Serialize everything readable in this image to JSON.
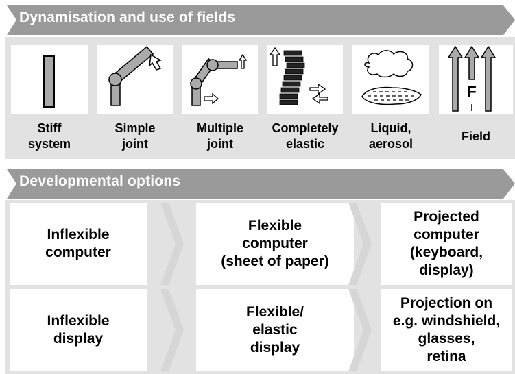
{
  "section1": {
    "title": "Dynamisation and use of fields",
    "items": [
      {
        "line1": "Stiff",
        "line2": "system",
        "icon": "stiff-rod-icon"
      },
      {
        "line1": "Simple",
        "line2": "joint",
        "icon": "simple-joint-icon"
      },
      {
        "line1": "Multiple",
        "line2": "joint",
        "icon": "multiple-joint-icon"
      },
      {
        "line1": "Completely",
        "line2": "elastic",
        "icon": "elastic-stack-icon"
      },
      {
        "line1": "Liquid,",
        "line2": "aerosol",
        "icon": "cloud-puddle-icon"
      },
      {
        "line1": "Field",
        "line2": "",
        "icon": "field-arrows-icon"
      }
    ],
    "field_letter": "F"
  },
  "section2": {
    "title": "Developmental options",
    "rows": [
      {
        "stage1": [
          "Inflexible",
          "computer"
        ],
        "stage2": [
          "Flexible",
          "computer",
          "(sheet of paper)"
        ],
        "stage3": [
          "Projected",
          "computer",
          "(keyboard,",
          "display)"
        ]
      },
      {
        "stage1": [
          "Inflexible",
          "display"
        ],
        "stage2": [
          "Flexible/",
          "elastic",
          "display"
        ],
        "stage3": [
          "Projection on",
          "e.g. windshield,",
          "glasses,",
          "retina"
        ]
      }
    ]
  },
  "colors": {
    "banner": "#9a9a9a",
    "band": "#e2e2e2",
    "icon_fill": "#aaaaaa",
    "chevron": "#d6d6d6"
  }
}
